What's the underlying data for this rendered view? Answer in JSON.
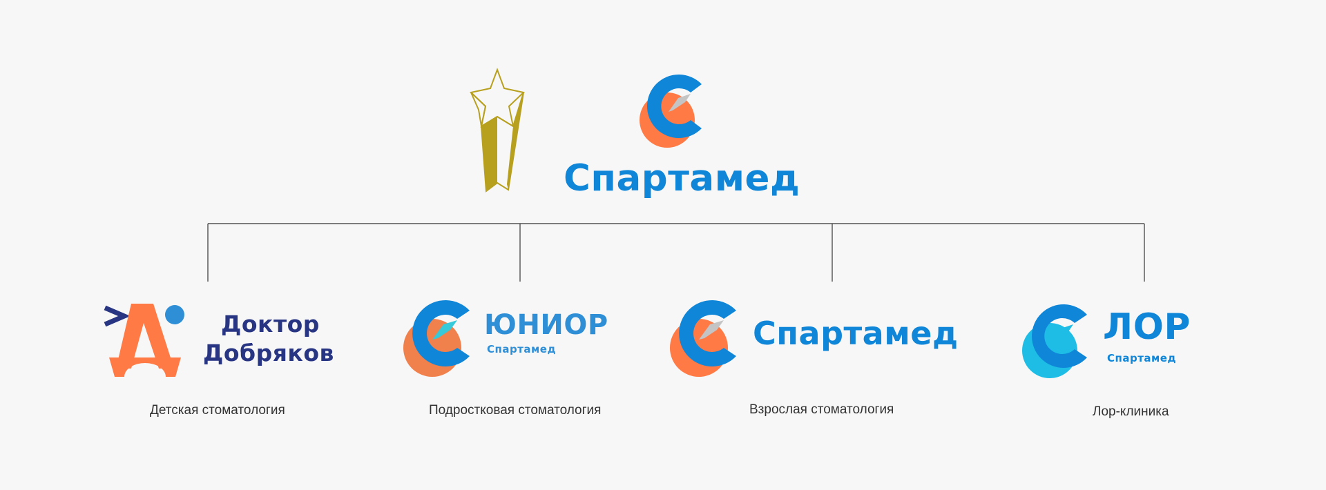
{
  "colors": {
    "blue": "#0f86d8",
    "orange": "#ff7a45",
    "gray": "#c4c4c4",
    "gold": "#b8a01f",
    "navy": "#283583",
    "cyan": "#1dbde6",
    "teal": "#35c9d9",
    "line": "#333333"
  },
  "root": {
    "icons": [
      "star-award-icon",
      "spartamed-c-logo-icon"
    ],
    "brand": "Спартамед"
  },
  "branches": [
    {
      "brand_line1": "Доктор",
      "brand_line2": "Добряков",
      "caption": "Детская стоматология",
      "icon": "doktor-dobryakov-logo-icon"
    },
    {
      "brand": "ЮНИОР",
      "sub": "Спартамед",
      "caption": "Подростковая стоматология",
      "icon": "junior-c-logo-icon"
    },
    {
      "brand": "Спартамед",
      "caption": "Взрослая стоматология",
      "icon": "spartamed-c-logo-icon"
    },
    {
      "brand": "ЛОР",
      "sub": "Спартамед",
      "caption": "Лор-клиника",
      "icon": "lor-c-logo-icon"
    }
  ]
}
